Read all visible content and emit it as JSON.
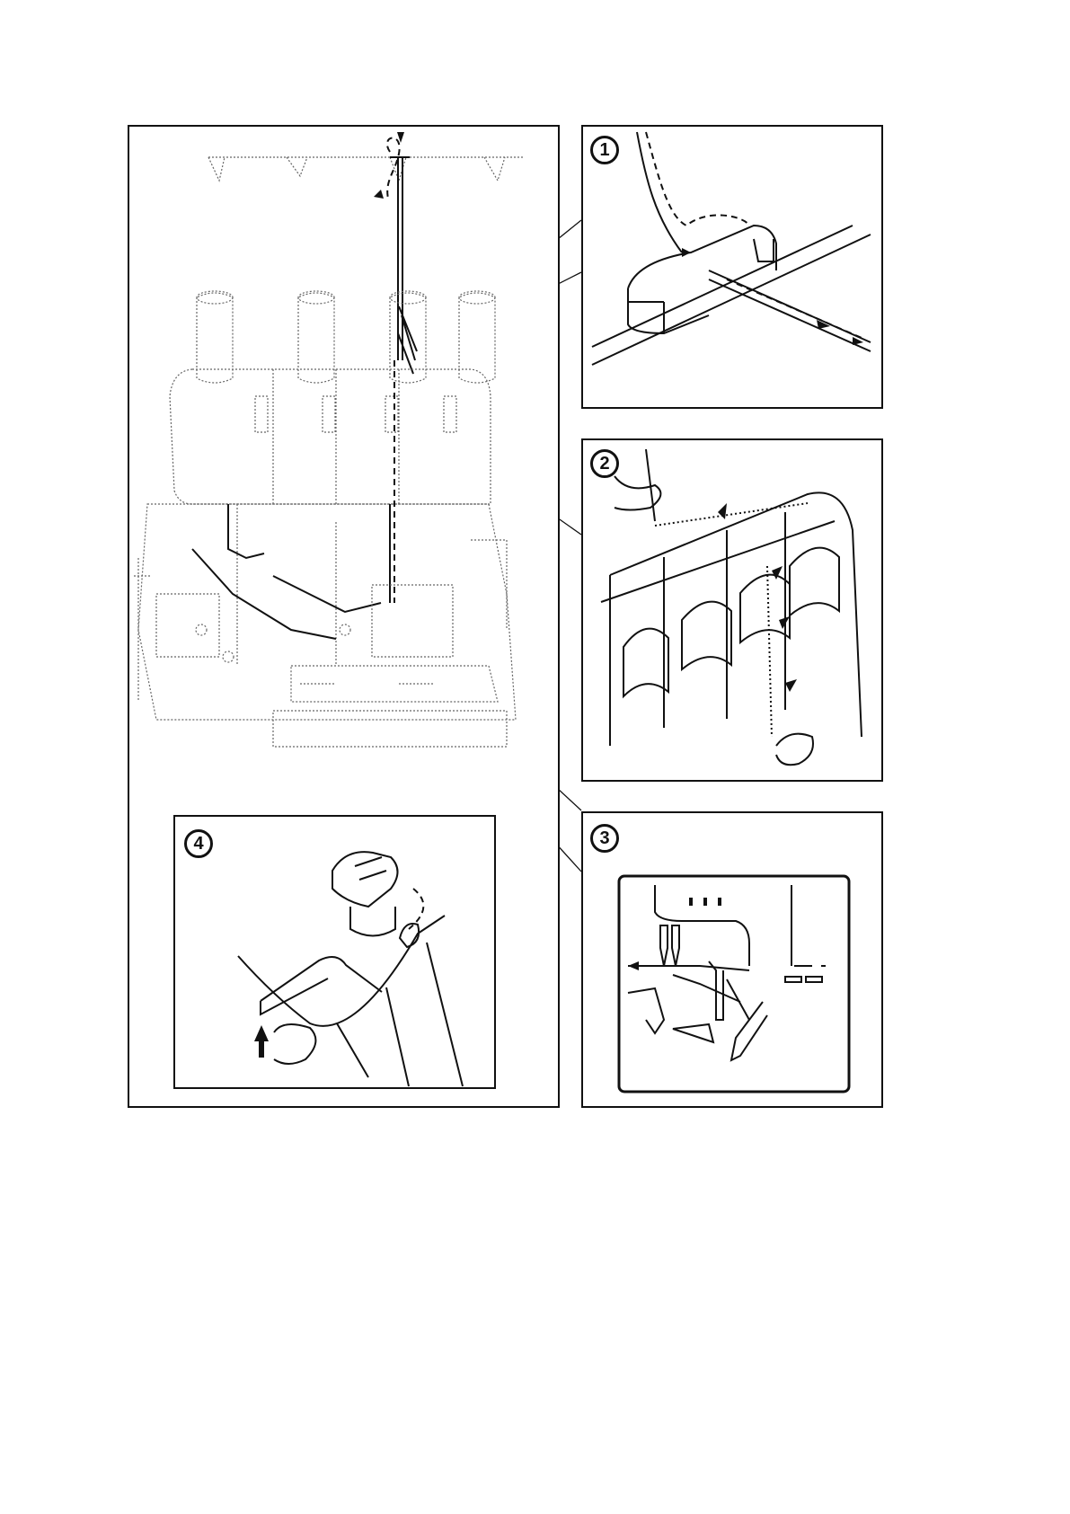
{
  "panels": [
    {
      "id": "main",
      "label": ""
    },
    {
      "id": "step1",
      "label": "1"
    },
    {
      "id": "step2",
      "label": "2"
    },
    {
      "id": "step3",
      "label": "3"
    },
    {
      "id": "step4",
      "label": "4"
    }
  ],
  "colors": {
    "line": "#111111",
    "paper": "#ffffff"
  }
}
